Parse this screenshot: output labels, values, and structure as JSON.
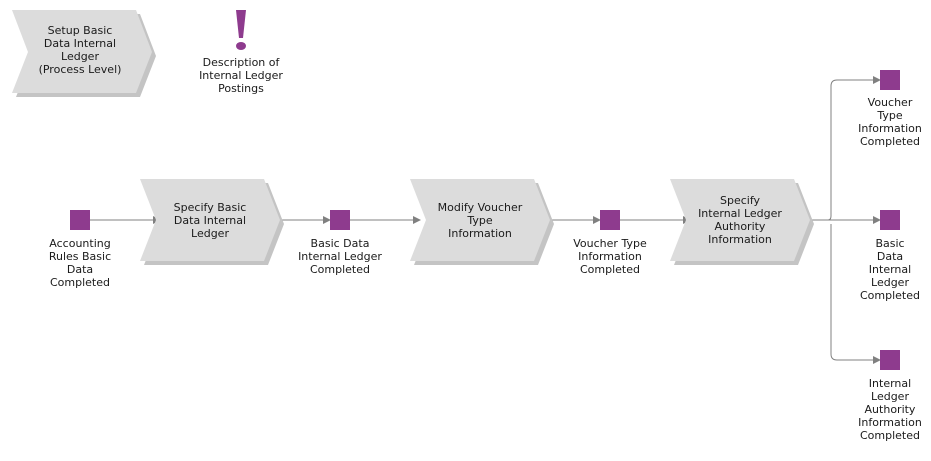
{
  "diagram": {
    "colors": {
      "function_fill": "#dcdcdc",
      "function_shadow": "#c4c4c4",
      "event_fill": "#8e3b8e",
      "connector": "#808080",
      "info_icon": "#8e3b8e"
    },
    "process_interface": {
      "label": "Setup Basic\nData Internal\nLedger\n(Process Level)"
    },
    "information_object": {
      "icon": "exclamation-icon",
      "label": "Description of\nInternal Ledger\nPostings"
    },
    "functions": [
      {
        "id": "f1",
        "label": "Specify Basic\nData Internal\nLedger"
      },
      {
        "id": "f2",
        "label": "Modify Voucher\nType\nInformation"
      },
      {
        "id": "f3",
        "label": "Specify\nInternal Ledger\nAuthority\nInformation"
      }
    ],
    "events": [
      {
        "id": "e1",
        "label": "Accounting\nRules Basic\nData\nCompleted"
      },
      {
        "id": "e2",
        "label": "Basic Data\nInternal Ledger\nCompleted"
      },
      {
        "id": "e3",
        "label": "Voucher Type\nInformation\nCompleted"
      },
      {
        "id": "e4",
        "label": "Voucher\nType\nInformation\nCompleted"
      },
      {
        "id": "e5",
        "label": "Basic\nData\nInternal\nLedger\nCompleted"
      },
      {
        "id": "e6",
        "label": "Internal\nLedger\nAuthority\nInformation\nCompleted"
      }
    ]
  }
}
